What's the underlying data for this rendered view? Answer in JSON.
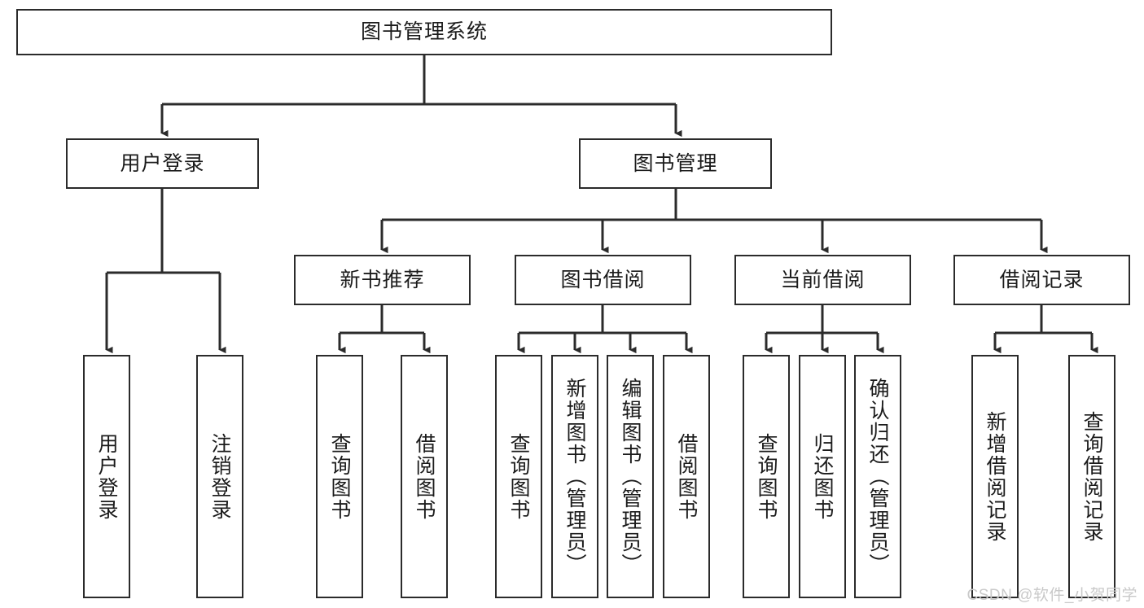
{
  "diagram": {
    "title": "图书管理系统",
    "root": {
      "label": "图书管理系统"
    },
    "level2": [
      {
        "label": "用户登录"
      },
      {
        "label": "图书管理"
      }
    ],
    "level3": [
      {
        "label": "新书推荐"
      },
      {
        "label": "图书借阅"
      },
      {
        "label": "当前借阅"
      },
      {
        "label": "借阅记录"
      }
    ],
    "leaves": {
      "user_login": [
        {
          "label": "用户登录"
        },
        {
          "label": "注销登录"
        }
      ],
      "new_book_recommend": [
        {
          "label": "查询图书"
        },
        {
          "label": "借阅图书"
        }
      ],
      "book_borrow": [
        {
          "label": "查询图书"
        },
        {
          "label": "新增图书（管理员）"
        },
        {
          "label": "编辑图书（管理员）"
        },
        {
          "label": "借阅图书"
        }
      ],
      "current_borrow": [
        {
          "label": "查询图书"
        },
        {
          "label": "归还图书"
        },
        {
          "label": "确认归还（管理员）"
        }
      ],
      "borrow_record": [
        {
          "label": "新增借阅记录"
        },
        {
          "label": "查询借阅记录"
        }
      ]
    }
  },
  "watermark": {
    "text": "CSDN @软件_小贺同学"
  },
  "colors": {
    "stroke": "#2b2b2b",
    "text": "#1b1b1b",
    "background": "#ffffff",
    "watermark": "#c9c9c9"
  }
}
